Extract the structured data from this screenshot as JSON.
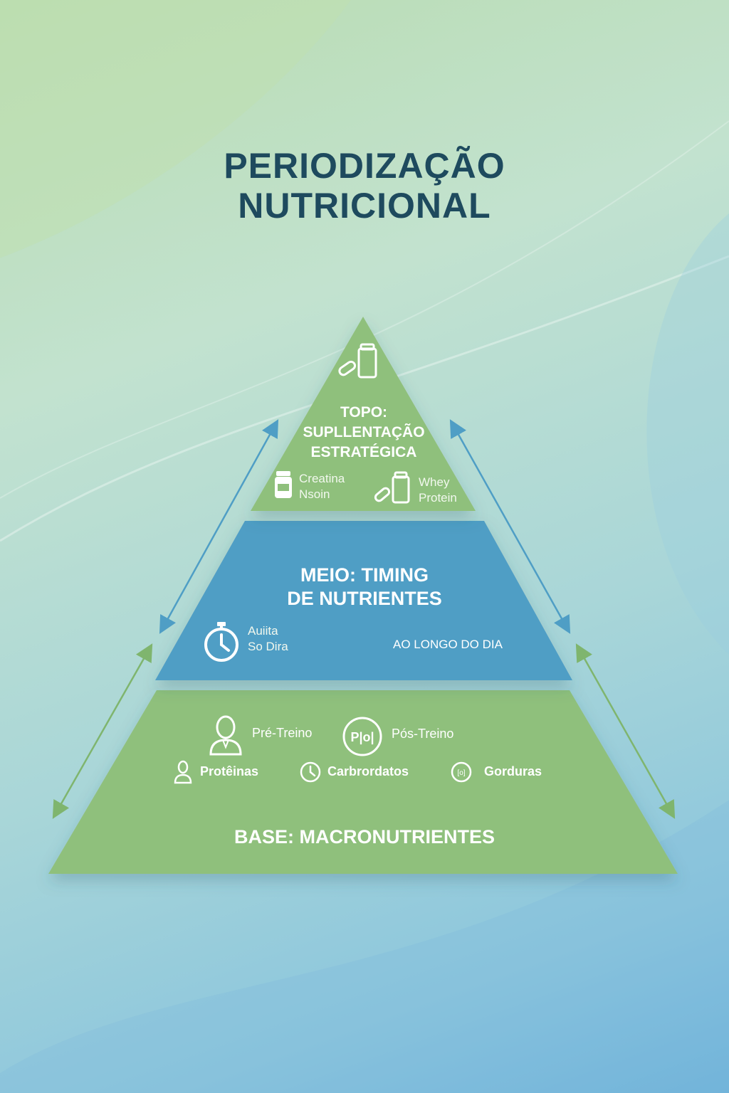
{
  "title": {
    "line1": "PERIODIZAÇÃO",
    "line2": "NUTRICIONAL"
  },
  "colors": {
    "green_tier": "#8fc07c",
    "blue_tier": "#4f9ec5",
    "title": "#1e4a5e"
  },
  "top_tier": {
    "title_line1": "TOPO:",
    "title_line2": "SUPLLENTAÇÃO",
    "title_line3": "ESTRATÉGICA",
    "icon": "supplement-shaker-icon",
    "items": [
      {
        "icon": "supplement-jar-icon",
        "line1": "Creatina",
        "line2": "Nsoin"
      },
      {
        "icon": "shaker-pills-icon",
        "line1": "Whey",
        "line2": "Protein"
      }
    ]
  },
  "middle_tier": {
    "title_line1": "MEIO: TIMING",
    "title_line2": "DE NUTRIENTES",
    "timer_icon": "stopwatch-icon",
    "timer_line1": "Auiita",
    "timer_line2": "So Dira",
    "right_label": "AO LONGO DO DIA"
  },
  "base_tier": {
    "title": "BASE: MACRONUTRIENTES",
    "row1": [
      {
        "icon": "person-icon",
        "label": "Pré-Treino"
      },
      {
        "icon": "plate-icon",
        "label": "Pós-Treino"
      }
    ],
    "row2": [
      {
        "icon": "person-small-icon",
        "label": "Protêinas"
      },
      {
        "icon": "clock-icon",
        "label": "Carbrordatos"
      },
      {
        "icon": "plate-small-icon",
        "label": "Gorduras"
      }
    ]
  }
}
